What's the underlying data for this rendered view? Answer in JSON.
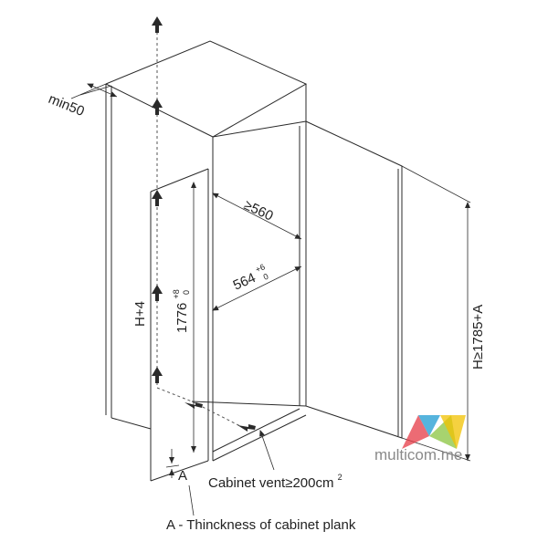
{
  "labels": {
    "min50": "min50",
    "gap": "≥560",
    "width_main": "564",
    "width_tol_top": "+6",
    "width_tol_bottom": "0",
    "height_offset": "H+4",
    "appliance_height": "1776",
    "height_tol_top": "+8",
    "height_tol_bottom": "0",
    "niche_height": "H≥1785+A",
    "plank_symbol": "A",
    "vent_prefix": "Cabinet vent≥200cm",
    "vent_exponent": "2",
    "caption": "A - Thinckness of cabinet plank"
  },
  "watermark": {
    "text": "multicom.me",
    "colors": [
      "#e63946",
      "#1d9bd1",
      "#8ac43f",
      "#f2c200"
    ]
  },
  "colors": {
    "line": "#2a2a2a",
    "text": "#222222"
  }
}
